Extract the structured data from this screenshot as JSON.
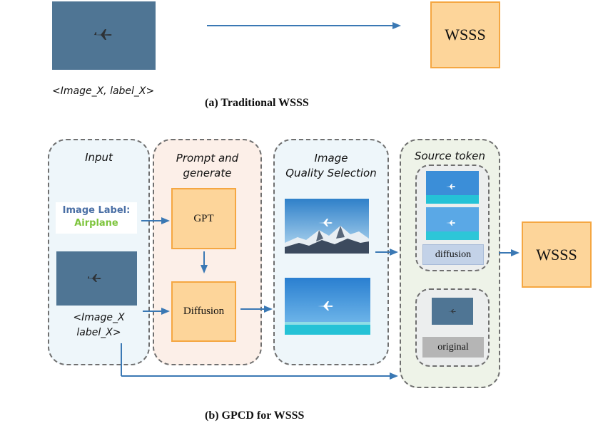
{
  "top": {
    "input_label": "<Image_X, label_X>",
    "output_label": "WSSS",
    "caption": "(a) Traditional WSSS"
  },
  "bottom": {
    "input_title": "Input",
    "image_label_key": "Image Label:",
    "image_label_value": "Airplane",
    "input_image_label_line1": "<Image_X",
    "input_image_label_line2": "label_X>",
    "prompt_title_line1": "Prompt and",
    "prompt_title_line2": "generate",
    "gpt_label": "GPT",
    "diffusion_label": "Diffusion",
    "quality_title_line1": "Image",
    "quality_title_line2": "Quality Selection",
    "source_title": "Source token",
    "diffusion_token": "diffusion",
    "original_token": "original",
    "output_label": "WSSS",
    "caption": "(b) GPCD for WSSS"
  },
  "colors": {
    "arrow": "#3a78b4",
    "orange_fill": "#fdd59a",
    "orange_border": "#f5a742",
    "input_panel": "#eef6fa",
    "prompt_panel": "#fcefe8",
    "quality_panel": "#eef6fa",
    "source_panel": "#eef3e8",
    "label_blue": "#4a6fa5",
    "label_green": "#7dc43c"
  }
}
